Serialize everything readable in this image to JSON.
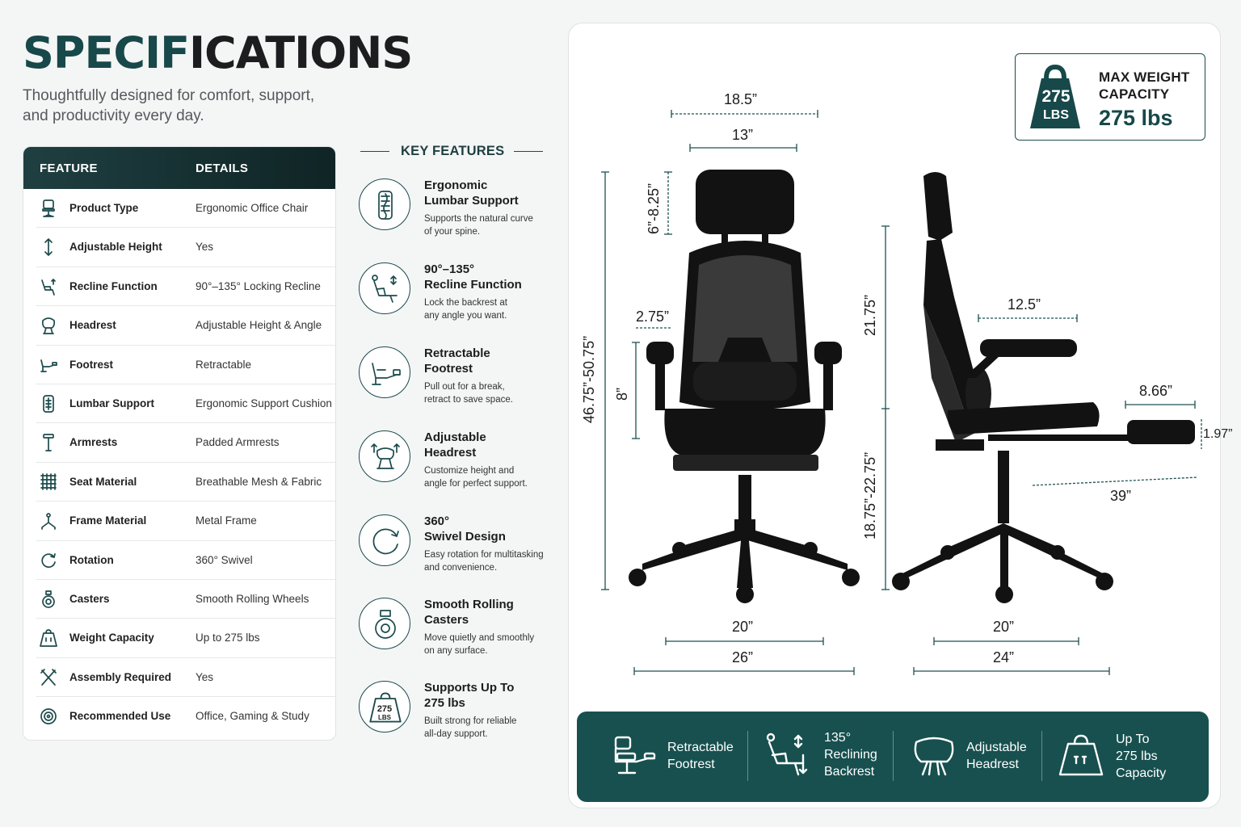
{
  "header": {
    "title_part1": "SPECIF",
    "title_part2": "ICATIONS",
    "subtitle_line1": "Thoughtfully designed for comfort, support,",
    "subtitle_line2": "and productivity every day."
  },
  "spec_table": {
    "col_feature": "FEATURE",
    "col_details": "DETAILS",
    "rows": [
      {
        "feature": "Product Type",
        "details": "Ergonomic Office Chair",
        "icon": "chair-icon"
      },
      {
        "feature": "Adjustable Height",
        "details": "Yes",
        "icon": "vertical-arrows-icon"
      },
      {
        "feature": "Recline Function",
        "details": "90°–135° Locking Recline",
        "icon": "recline-icon"
      },
      {
        "feature": "Headrest",
        "details": "Adjustable Height & Angle",
        "icon": "headrest-icon"
      },
      {
        "feature": "Footrest",
        "details": "Retractable",
        "icon": "footrest-icon"
      },
      {
        "feature": "Lumbar Support",
        "details": "Ergonomic Support Cushion",
        "icon": "lumbar-icon"
      },
      {
        "feature": "Armrests",
        "details": "Padded Armrests",
        "icon": "armrest-icon"
      },
      {
        "feature": "Seat Material",
        "details": "Breathable Mesh & Fabric",
        "icon": "mesh-icon"
      },
      {
        "feature": "Frame Material",
        "details": "Metal Frame",
        "icon": "frame-icon"
      },
      {
        "feature": "Rotation",
        "details": "360° Swivel",
        "icon": "rotation-icon"
      },
      {
        "feature": "Casters",
        "details": "Smooth Rolling Wheels",
        "icon": "caster-icon"
      },
      {
        "feature": "Weight Capacity",
        "details": "Up to 275 lbs",
        "icon": "weight-icon"
      },
      {
        "feature": "Assembly Required",
        "details": "Yes",
        "icon": "tools-icon"
      },
      {
        "feature": "Recommended Use",
        "details": "Office, Gaming & Study",
        "icon": "target-icon"
      }
    ]
  },
  "key_features": {
    "heading": "KEY FEATURES",
    "items": [
      {
        "title1": "Ergonomic",
        "title2": "Lumbar Support",
        "desc1": "Supports the natural curve",
        "desc2": "of your spine.",
        "icon": "spine-icon"
      },
      {
        "title1": "90°–135°",
        "title2": "Recline Function",
        "desc1": "Lock the backrest at",
        "desc2": "any angle you want.",
        "icon": "recline-icon"
      },
      {
        "title1": "Retractable",
        "title2": "Footrest",
        "desc1": "Pull out for a break,",
        "desc2": "retract to save space.",
        "icon": "footrest-icon"
      },
      {
        "title1": "Adjustable",
        "title2": "Headrest",
        "desc1": "Customize height and",
        "desc2": "angle for perfect support.",
        "icon": "headrest-icon"
      },
      {
        "title1": "360°",
        "title2": "Swivel Design",
        "desc1": "Easy rotation for multitasking",
        "desc2": "and convenience.",
        "icon": "swivel-icon"
      },
      {
        "title1": "Smooth Rolling",
        "title2": "Casters",
        "desc1": "Move quietly and smoothly",
        "desc2": "on any surface.",
        "icon": "caster-icon"
      },
      {
        "title1": "Supports Up To",
        "title2": "275 lbs",
        "desc1": "Built strong for reliable",
        "desc2": "all-day support.",
        "icon": "weight-icon",
        "badge_num": "275",
        "badge_unit": "LBS"
      }
    ]
  },
  "weight_badge": {
    "num": "275",
    "unit": "LBS",
    "label1": "MAX WEIGHT",
    "label2": "CAPACITY",
    "value": "275 lbs"
  },
  "dimensions": {
    "headrest_width": "18.5”",
    "back_width": "13”",
    "headrest_height": "6”-8.25”",
    "total_height": "46.75”-50.75”",
    "arm_height": "2.75”",
    "arm_to_seat": "8”",
    "front_base": "20”",
    "front_overall": "26”",
    "seat_depth": "12.5”",
    "back_height": "21.75”",
    "seat_height": "18.75”-22.75”",
    "footrest_width": "8.66”",
    "footrest_thick": "1.97”",
    "footrest_extend": "39”",
    "side_base": "20”",
    "side_overall": "24”"
  },
  "bottom_bar": {
    "items": [
      {
        "line1": "Retractable",
        "line2": "Footrest",
        "line3": "",
        "icon": "footrest-icon"
      },
      {
        "line1": "135°",
        "line2": "Reclining",
        "line3": "Backrest",
        "icon": "recline-icon"
      },
      {
        "line1": "Adjustable",
        "line2": "Headrest",
        "line3": "",
        "icon": "headrest-icon"
      },
      {
        "line1": "Up To",
        "line2": "275 lbs",
        "line3": "Capacity",
        "icon": "weight-icon"
      }
    ]
  },
  "colors": {
    "brand_teal": "#17484a",
    "bar_teal": "#17504f",
    "dark_header": "#0f2425"
  }
}
